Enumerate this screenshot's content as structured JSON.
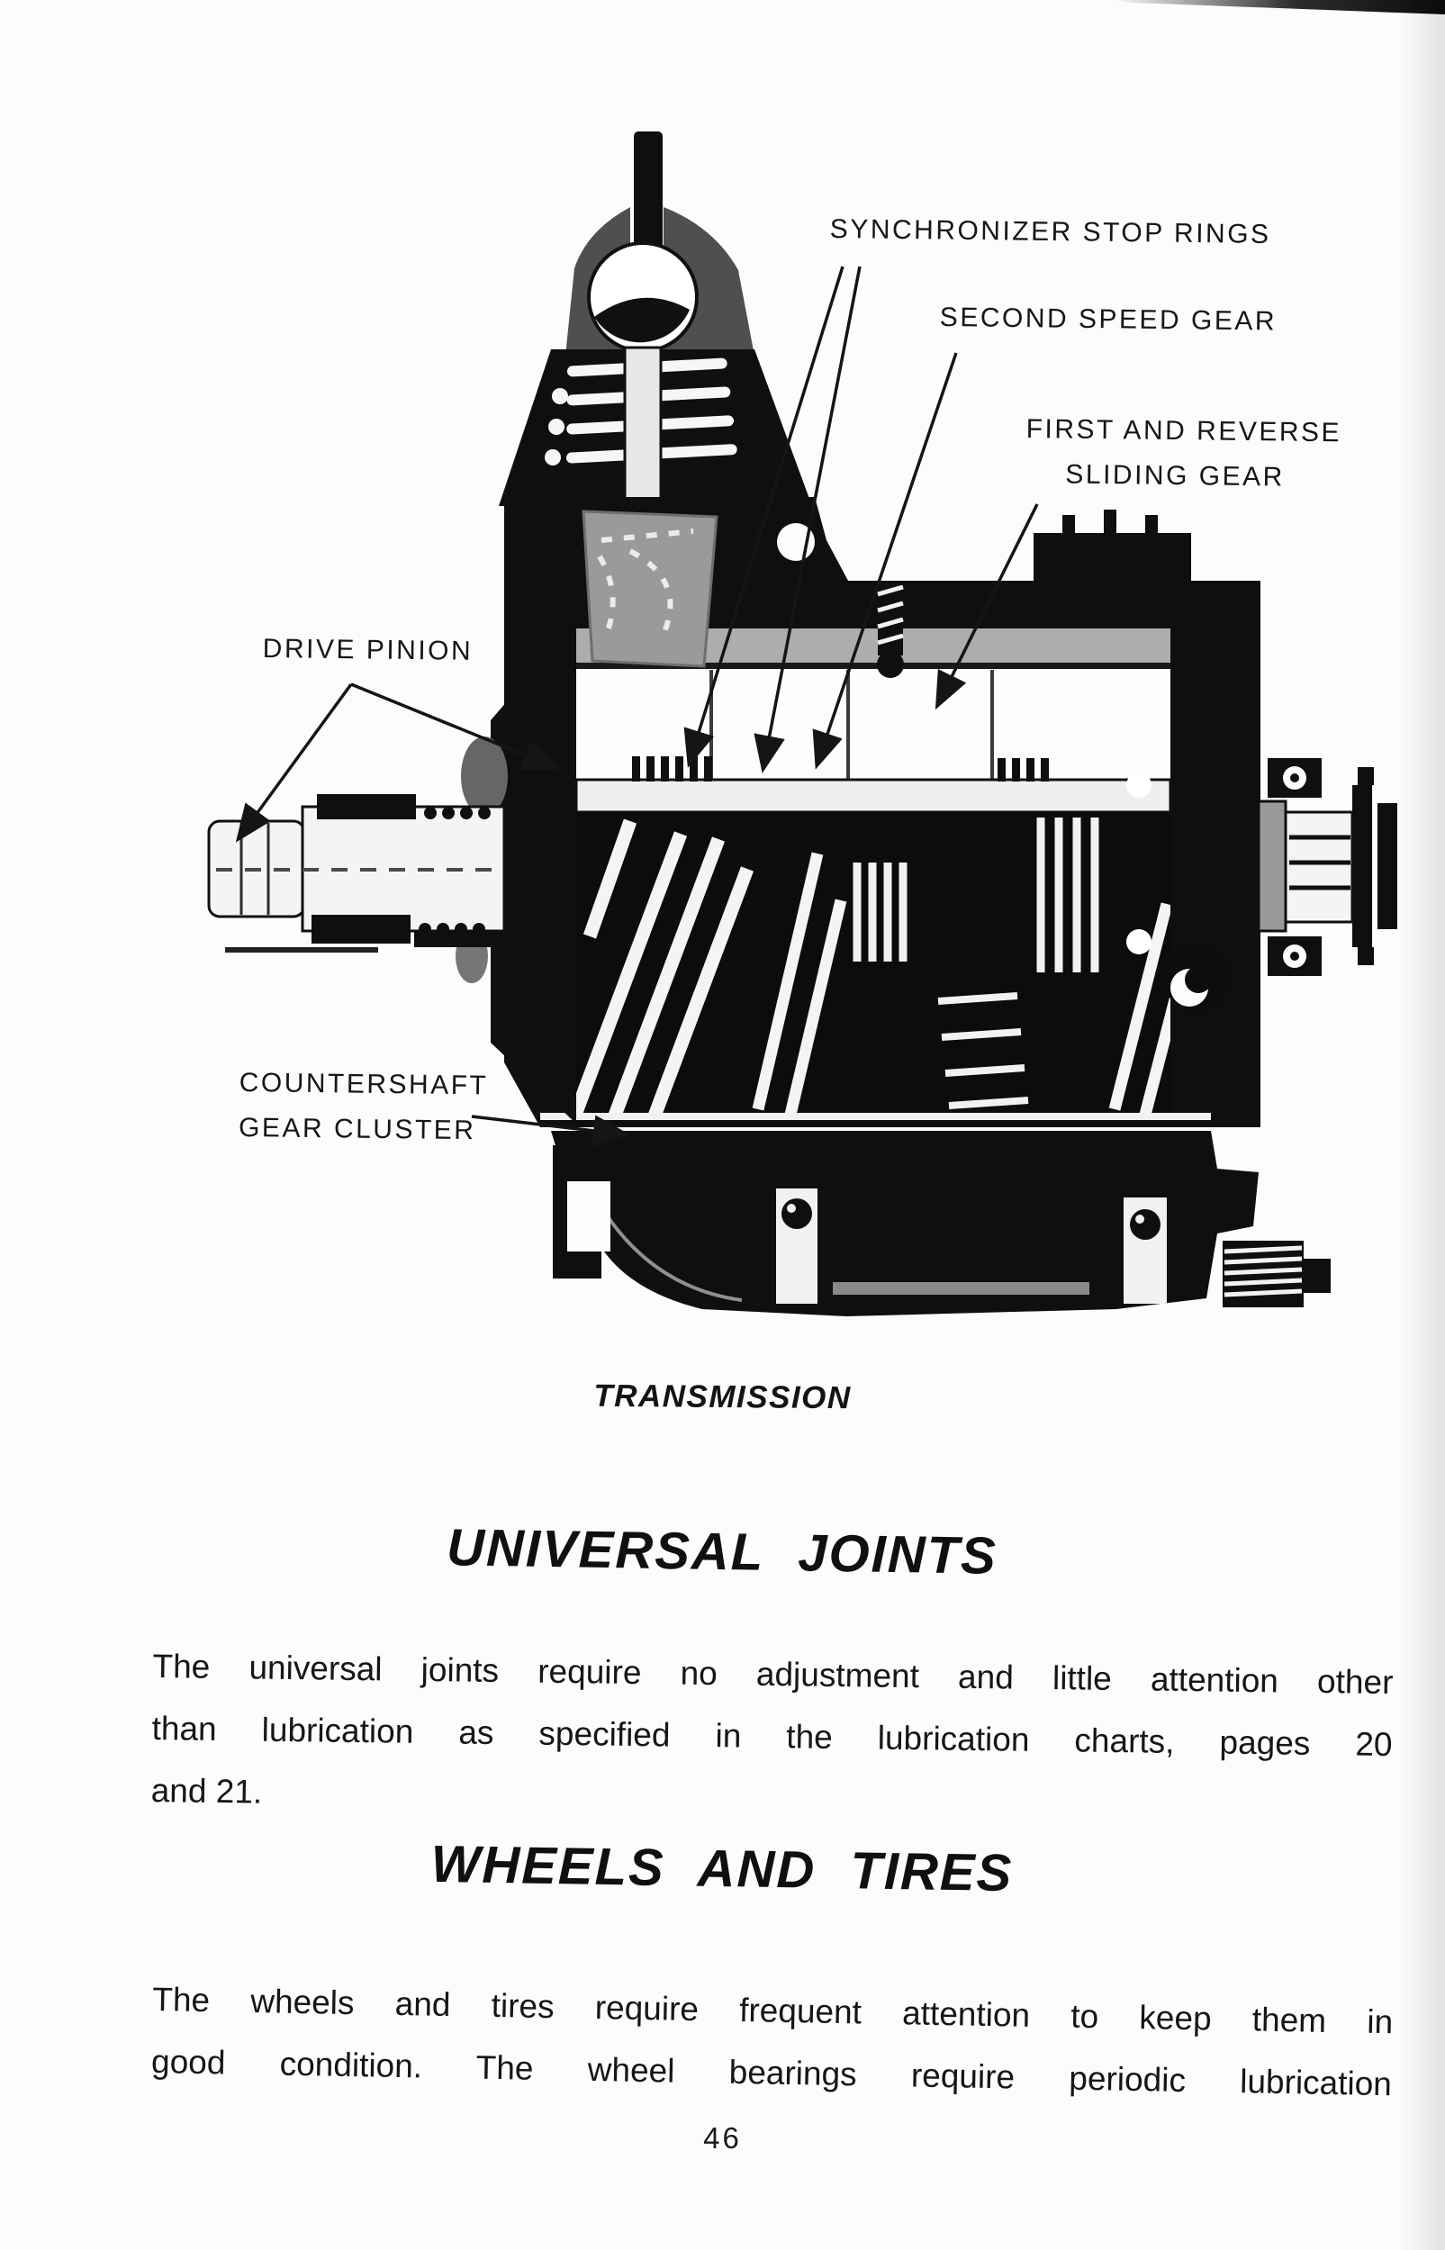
{
  "page": {
    "number": "46"
  },
  "figure": {
    "caption": "TRANSMISSION",
    "labels": {
      "synchronizer": "SYNCHRONIZER STOP RINGS",
      "second_speed": "SECOND SPEED GEAR",
      "first_reverse_line1": "FIRST AND REVERSE",
      "first_reverse_line2": "SLIDING GEAR",
      "drive_pinion": "DRIVE PINION",
      "countershaft_line1": "COUNTERSHAFT",
      "countershaft_line2": "GEAR CLUSTER"
    }
  },
  "sections": [
    {
      "heading": "UNIVERSAL JOINTS",
      "lines": [
        "The universal joints require no adjustment and little attention other",
        "than lubrication as specified in the lubrication charts, pages 20",
        "and 21."
      ]
    },
    {
      "heading": "WHEELS AND TIRES",
      "lines": [
        "The wheels and tires require frequent attention to keep them in",
        "good condition. The wheel bearings require periodic lubrication"
      ]
    }
  ]
}
